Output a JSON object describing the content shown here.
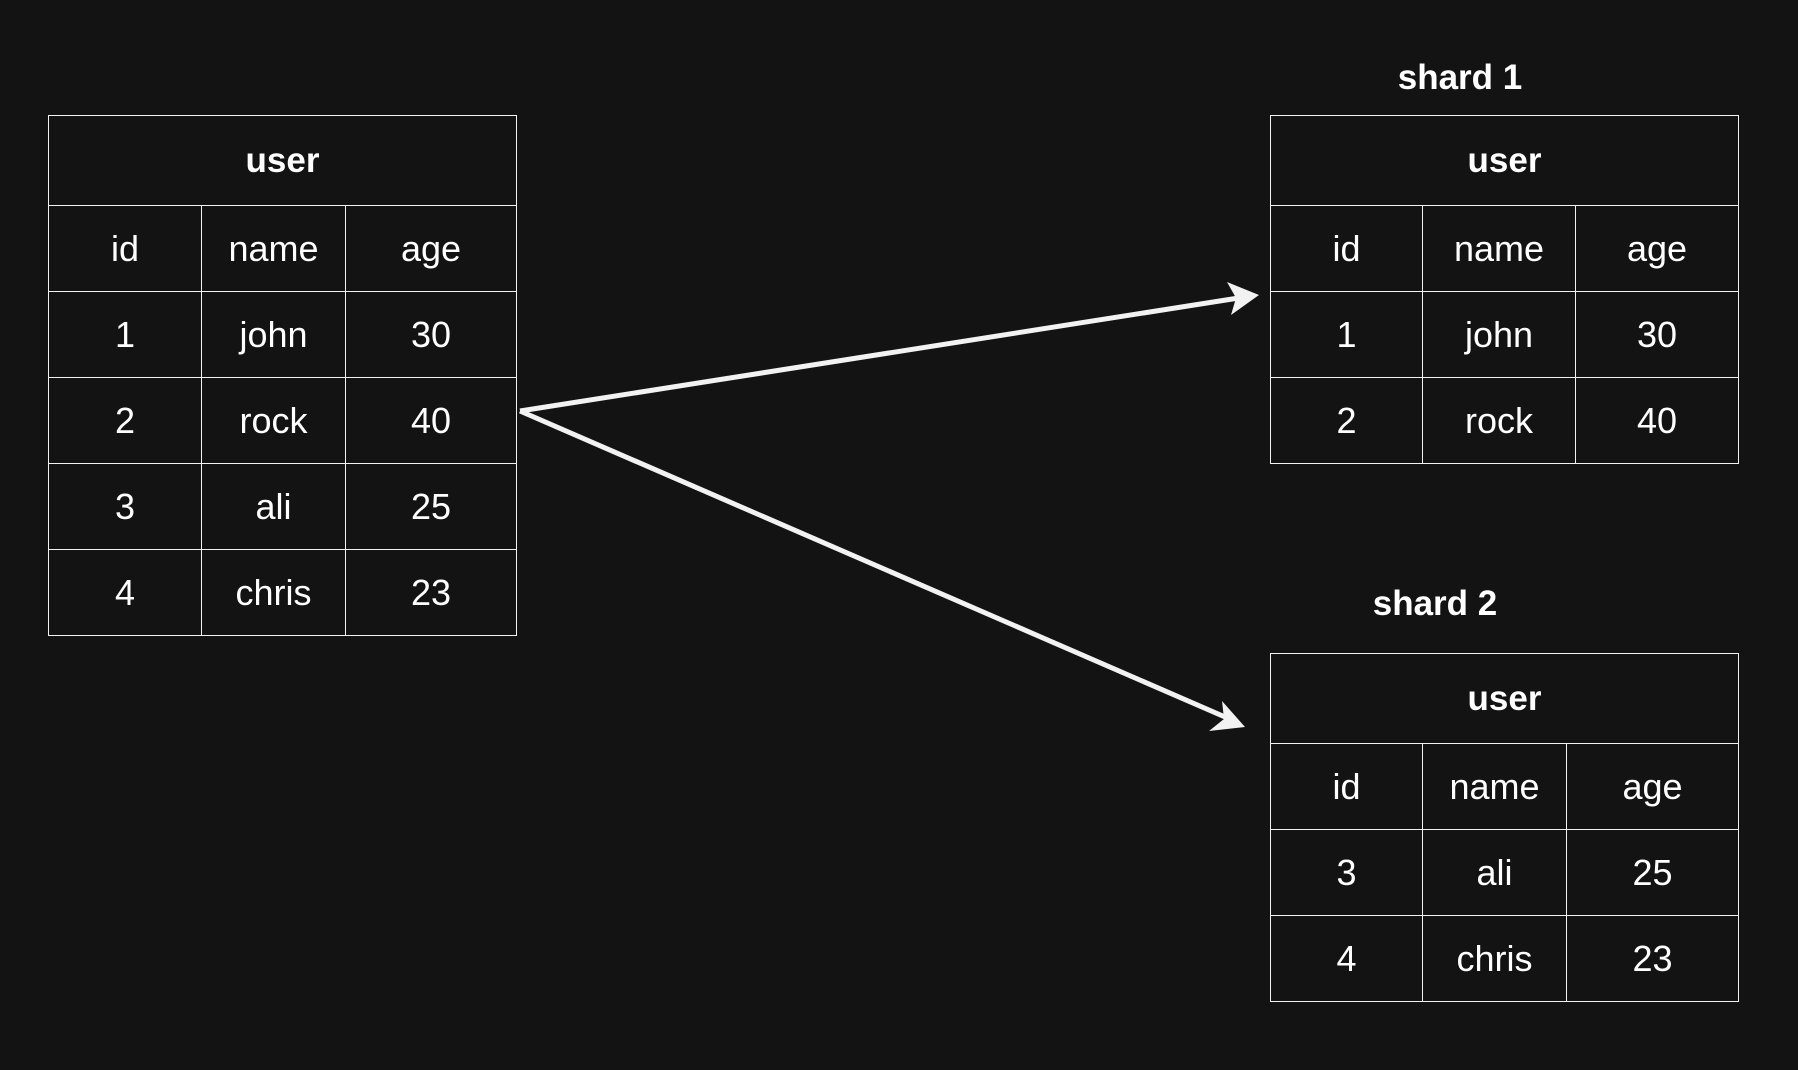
{
  "source": {
    "title": "user",
    "columns": [
      "id",
      "name",
      "age"
    ],
    "rows": [
      [
        "1",
        "john",
        "30"
      ],
      [
        "2",
        "rock",
        "40"
      ],
      [
        "3",
        "ali",
        "25"
      ],
      [
        "4",
        "chris",
        "23"
      ]
    ]
  },
  "shard1": {
    "label": "shard 1",
    "title": "user",
    "columns": [
      "id",
      "name",
      "age"
    ],
    "rows": [
      [
        "1",
        "john",
        "30"
      ],
      [
        "2",
        "rock",
        "40"
      ]
    ]
  },
  "shard2": {
    "label": "shard 2",
    "title": "user",
    "columns": [
      "id",
      "name",
      "age"
    ],
    "rows": [
      [
        "3",
        "ali",
        "25"
      ],
      [
        "4",
        "chris",
        "23"
      ]
    ]
  },
  "colors": {
    "background": "#131313",
    "line": "#f2f2f2",
    "text": "#ffffff"
  }
}
